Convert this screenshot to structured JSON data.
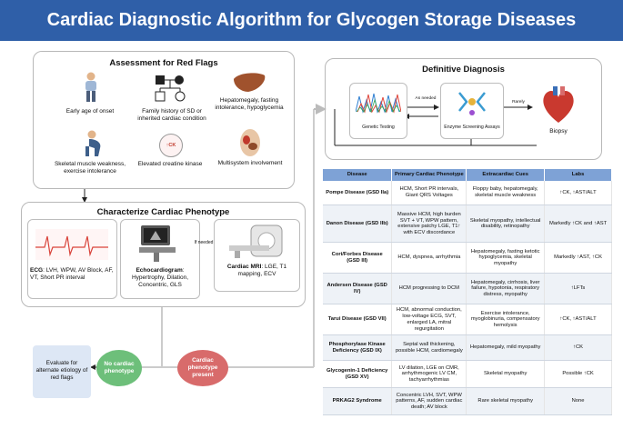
{
  "title": "Cardiac Diagnostic Algorithm for Glycogen Storage Diseases",
  "red_flags": {
    "title": "Assessment for Red Flags",
    "items": [
      {
        "label": "Early age of onset"
      },
      {
        "label": "Family history of SD or inherited cardiac condition"
      },
      {
        "label": "Hepatomegaly, fasting intolerance, hypoglycemia"
      },
      {
        "label": "Skeletal muscle weakness, exercise intolerance"
      },
      {
        "label": "Elevated creatine kinase",
        "badge": "↑CK"
      },
      {
        "label": "Multisystem involvement"
      }
    ]
  },
  "phenotype": {
    "title": "Characterize Cardiac Phenotype",
    "ecg": {
      "bold": "ECG",
      "text": ": LVH, WPW, AV Block, AF, VT, Short PR interval"
    },
    "echo": {
      "bold": "Echocardiogram",
      "text": ": Hypertrophy, Dilation, Concentric, GLS"
    },
    "mri": {
      "bold": "Cardiac MRI",
      "text": ": LGE, T1 mapping, ECV"
    },
    "if_needed": "If needed"
  },
  "evaluate_box": "Evaluate for alternate etiology of red flags",
  "no_phenotype": "No cardiac phenotype",
  "phenotype_present": "Cardiac phenotype present",
  "definitive": {
    "title": "Definitive Diagnosis",
    "genetic": "Genetic Testing",
    "enzyme": "Enzyme Screening Assays",
    "biopsy": "Biopsy",
    "as_needed": "As needed",
    "rarely": "Rarely"
  },
  "table": {
    "headers": [
      "Disease",
      "Primary Cardiac Phenotype",
      "Extracardiac Cues",
      "Labs"
    ],
    "rows": [
      {
        "disease": "Pompe Disease (GSD IIa)",
        "cardiac": "HCM, Short PR intervals, Giant QRS Voltages",
        "extra": "Floppy baby, hepatomegaly, skeletal muscle weakness",
        "labs": "↑CK, ↑AST/ALT"
      },
      {
        "disease": "Danon Disease (GSD IIb)",
        "cardiac": "Massive HCM, high burden SVT + VT, WPW pattern, extensive patchy LGE, T1↑ with ECV discordance",
        "extra": "Skeletal myopathy, intellectual disability, retinopathy",
        "labs": "Markedly ↑CK and ↑AST"
      },
      {
        "disease": "Cori/Forbes Disease (GSD III)",
        "cardiac": "HCM, dyspnea, arrhythmia",
        "extra": "Hepatomegaly, fasting ketotic hypoglycemia, skeletal myopathy",
        "labs": "Markedly ↑AST, ↑CK"
      },
      {
        "disease": "Andersen Disease (GSD IV)",
        "cardiac": "HCM progressing to DCM",
        "extra": "Hepatomegaly, cirrhosis, liver failure, hypotonia, respiratory distress, myopathy",
        "labs": "↑LFTs"
      },
      {
        "disease": "Tarui Disease (GSD VII)",
        "cardiac": "HCM, abnormal conduction, low-voltage ECG, SVT, enlarged LA, mitral regurgitation",
        "extra": "Exercise intolerance, myoglobinuria, compensatory hemolysis",
        "labs": "↑CK, ↑AST/ALT"
      },
      {
        "disease": "Phosphorylase Kinase Deficiency (GSD IX)",
        "cardiac": "Septal wall thickening, possible HCM, cardiomegaly",
        "extra": "Hepatomegaly, mild myopathy",
        "labs": "↑CK"
      },
      {
        "disease": "Glycogenin-1 Deficiency (GSD XV)",
        "cardiac": "LV dilation, LGE on CMR, arrhythmogenic LV CM, tachyarrhythmias",
        "extra": "Skeletal myopathy",
        "labs": "Possible ↑CK"
      },
      {
        "disease": "PRKAG2 Syndrome",
        "cardiac": "Concentric LVH, SVT, WPW patterns, AF, sudden cardiac death; AV block",
        "extra": "Rare skeletal myopathy",
        "labs": "None"
      }
    ]
  }
}
